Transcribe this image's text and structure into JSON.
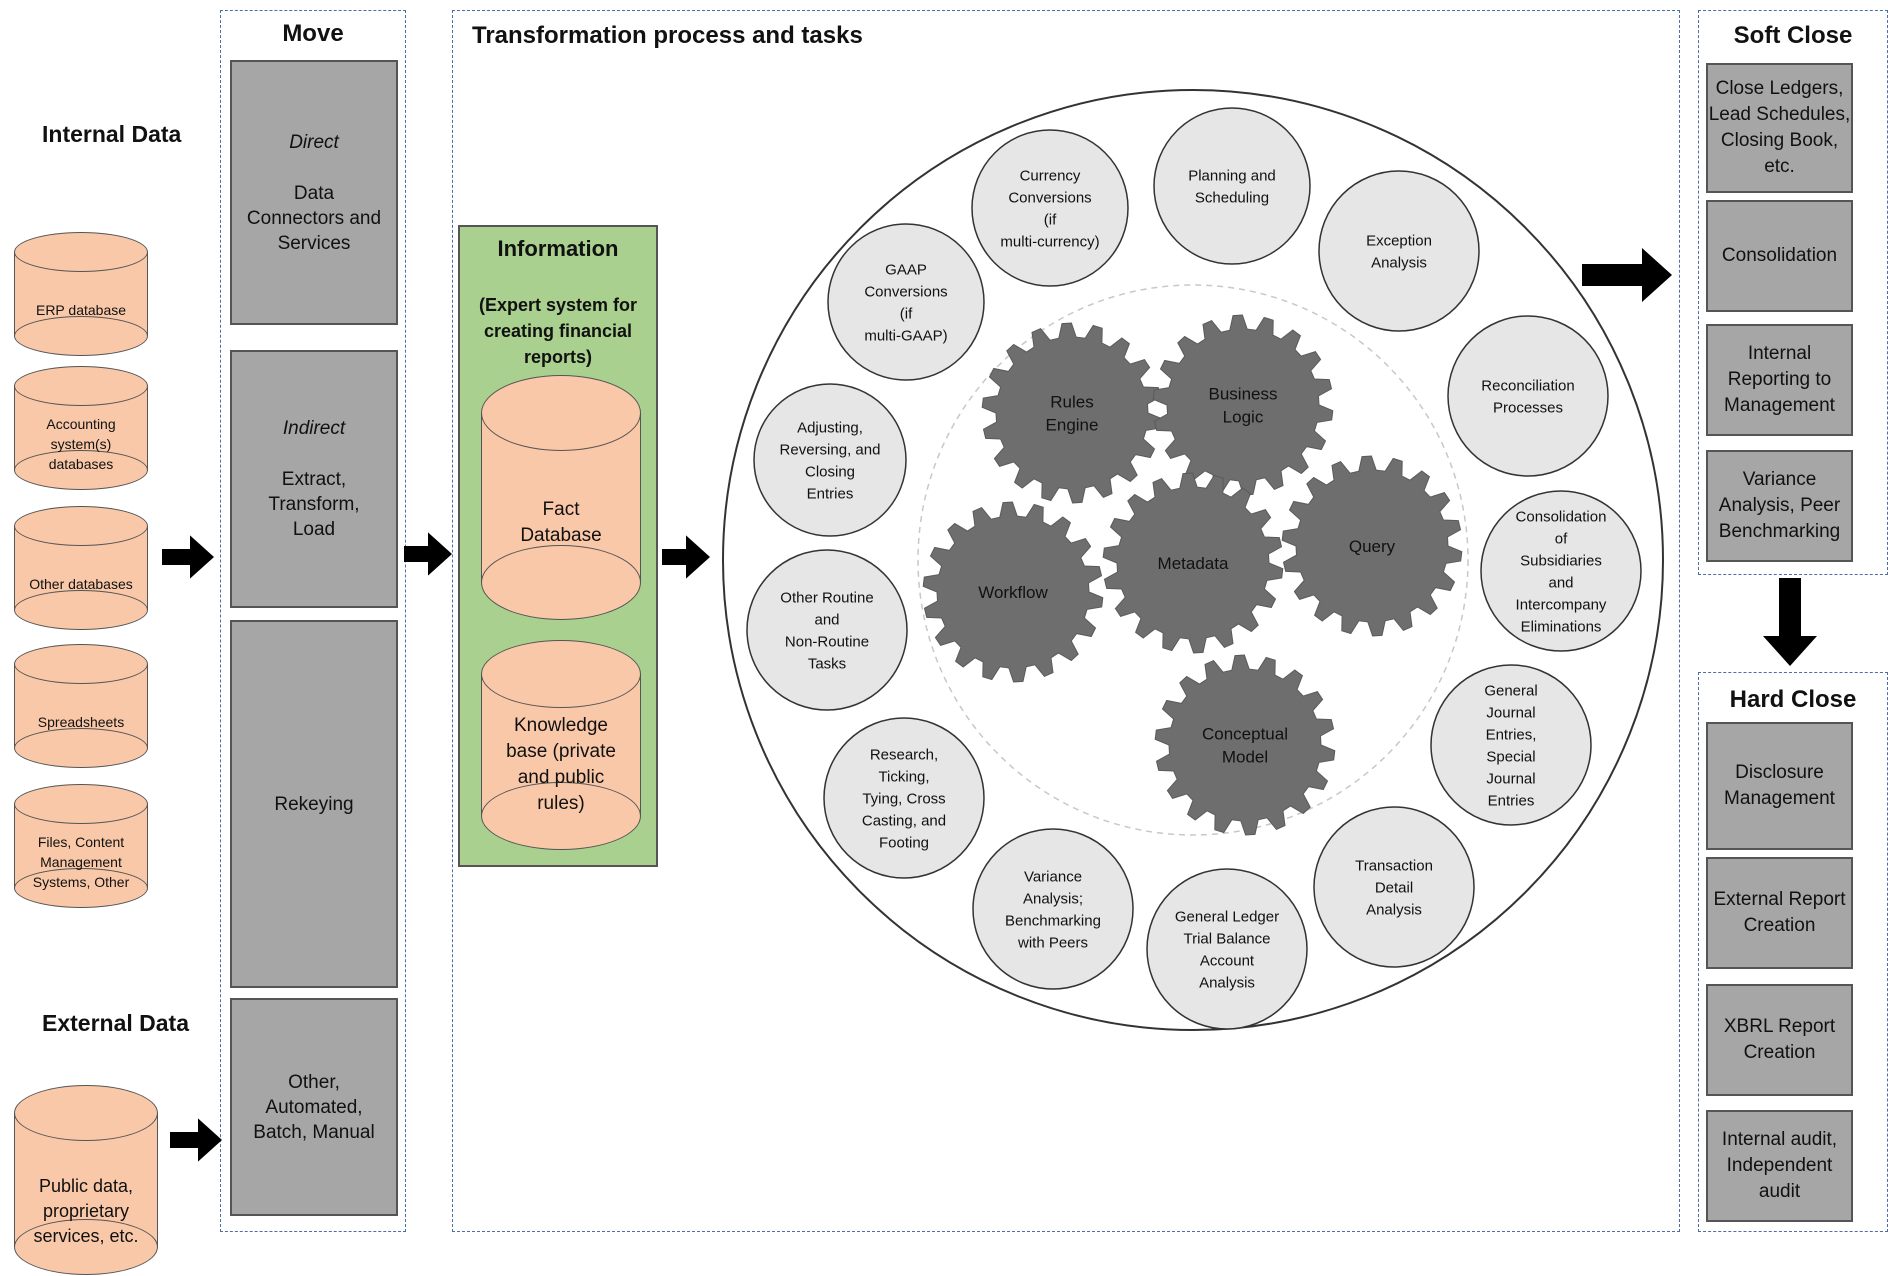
{
  "internal_data": {
    "label": "Internal Data",
    "databases": [
      "ERP database",
      "Accounting system(s) databases",
      "Other databases",
      "Spreadsheets",
      "Files, Content Management Systems, Other"
    ]
  },
  "external_data": {
    "label": "External Data",
    "database": "Public data, proprietary services, etc."
  },
  "move": {
    "title": "Move",
    "boxes": [
      {
        "italic": "Direct",
        "text": "Data Connectors and Services"
      },
      {
        "italic": "Indirect",
        "text": "Extract, Transform, Load"
      },
      {
        "italic": "",
        "text": "Rekeying"
      },
      {
        "italic": "",
        "text": "Other, Automated, Batch, Manual"
      }
    ]
  },
  "information": {
    "title": "Information",
    "subtitle": "(Expert system for creating financial reports)",
    "fact_db": "Fact Database",
    "knowledge_base": "Knowledge base (private and public rules)"
  },
  "transformation": {
    "title": "Transformation process and tasks",
    "gears": [
      "Rules Engine",
      "Business Logic",
      "Workflow",
      "Metadata",
      "Query",
      "Conceptual Model"
    ],
    "tasks": [
      "Currency Conversions (if multi-currency)",
      "Planning and Scheduling",
      "Exception Analysis",
      "Reconciliation Processes",
      "Consolidation of Subsidiaries and Intercompany Eliminations",
      "General Journal Entries, Special Journal Entries",
      "Transaction Detail Analysis",
      "General Ledger Trial Balance Account Analysis",
      "Variance Analysis; Benchmarking with Peers",
      "Research, Ticking, Tying, Cross Casting, and Footing",
      "Other Routine and Non-Routine Tasks",
      "Adjusting, Reversing, and Closing Entries",
      "GAAP Conversions (if multi-GAAP)"
    ]
  },
  "soft_close": {
    "title": "Soft Close",
    "items": [
      "Close Ledgers, Lead Schedules, Closing Book, etc.",
      "Consolidation",
      "Internal Reporting to Management",
      "Variance Analysis, Peer Benchmarking"
    ]
  },
  "hard_close": {
    "title": "Hard Close",
    "items": [
      "Disclosure Management",
      "External Report Creation",
      "XBRL Report Creation",
      "Internal audit, Independent audit"
    ]
  },
  "colors": {
    "panel_border": "#4a6ea8",
    "gray_box": "#a6a6a6",
    "cylinder": "#f9c8a8",
    "info_green": "#a9d08e",
    "gear": "#6e6e6e",
    "task_circle": "#e6e6e6"
  }
}
